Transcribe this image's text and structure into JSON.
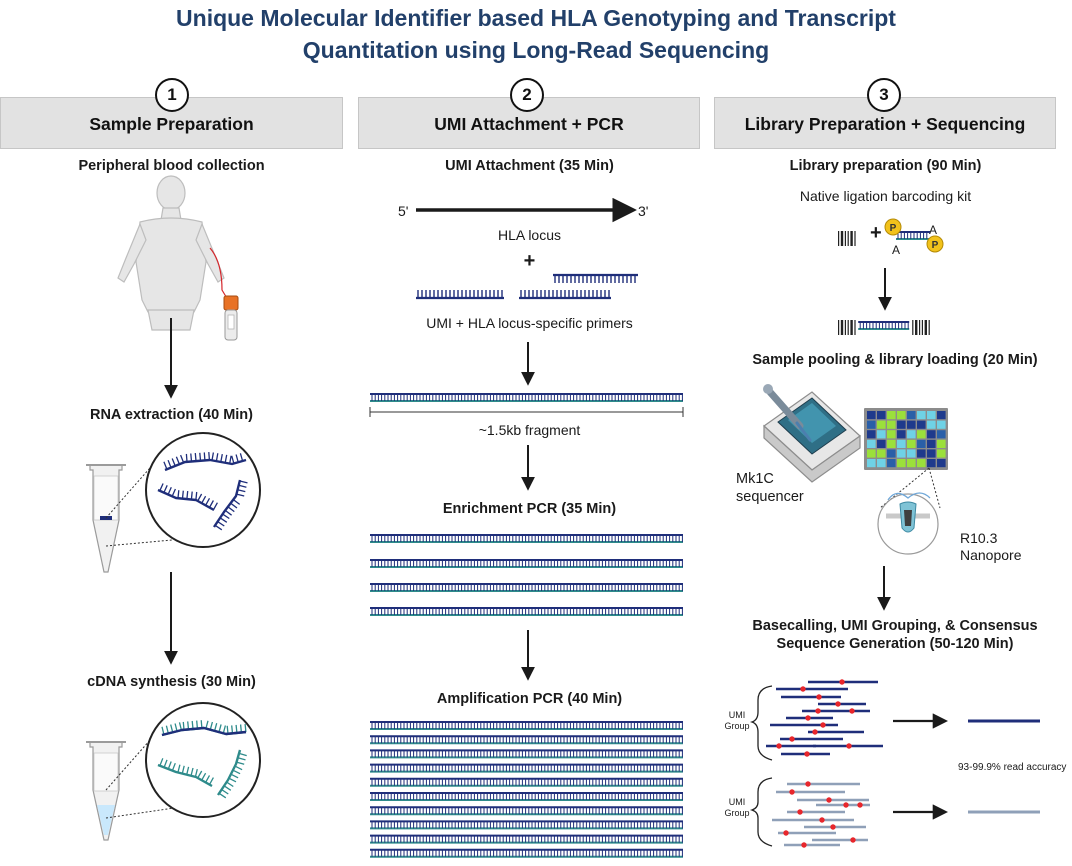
{
  "title": {
    "line1": "Unique Molecular Identifier based HLA Genotyping and Transcript",
    "line2": "Quantitation using Long-Read Sequencing"
  },
  "columns": [
    {
      "number": "1",
      "heading": "Sample Preparation"
    },
    {
      "number": "2",
      "heading": "UMI Attachment + PCR"
    },
    {
      "number": "3",
      "heading": "Library Preparation + Sequencing"
    }
  ],
  "col1": {
    "step1": "Peripheral blood collection",
    "step2": "RNA extraction (40 Min)",
    "step3": "cDNA synthesis (30 Min)"
  },
  "col2": {
    "step1": "UMI Attachment (35 Min)",
    "five_prime": "5'",
    "three_prime": "3'",
    "locus": "HLA locus",
    "plus": "+",
    "primers": "UMI + HLA locus-specific primers",
    "fragment": "~1.5kb fragment",
    "step2": "Enrichment PCR (35 Min)",
    "step3": "Amplification PCR (40 Min)"
  },
  "col3": {
    "step1": "Library preparation (90 Min)",
    "kit": "Native ligation barcoding kit",
    "plus": "+",
    "p": "P",
    "a": "A",
    "step2": "Sample pooling & library loading (20 Min)",
    "sequencer_line1": "Mk1C",
    "sequencer_line2": "sequencer",
    "pore_line1": "R10.3",
    "pore_line2": "Nanopore",
    "step3_line1": "Basecalling, UMI Grouping,  & Consensus",
    "step3_line2": "Sequence Generation (50-120 Min)",
    "umi_group_line1": "UMI",
    "umi_group_line2": "Group",
    "accuracy": "93-99.9% read accuracy"
  },
  "colors": {
    "title": "#22406a",
    "navy": "#1f2e7a",
    "teal": "#2e8b8b",
    "grey_read": "#8fa0b8",
    "error": "#e8262b",
    "header_bg": "#e2e2e2",
    "phosphate": "#f2c21b"
  },
  "icons": [
    "human-figure-icon",
    "blood-tube-icon",
    "microtube-icon",
    "pipette-icon",
    "sequencer-device-icon",
    "flowcell-grid-icon",
    "nanopore-icon",
    "barcode-icon",
    "phosphate-icon"
  ]
}
